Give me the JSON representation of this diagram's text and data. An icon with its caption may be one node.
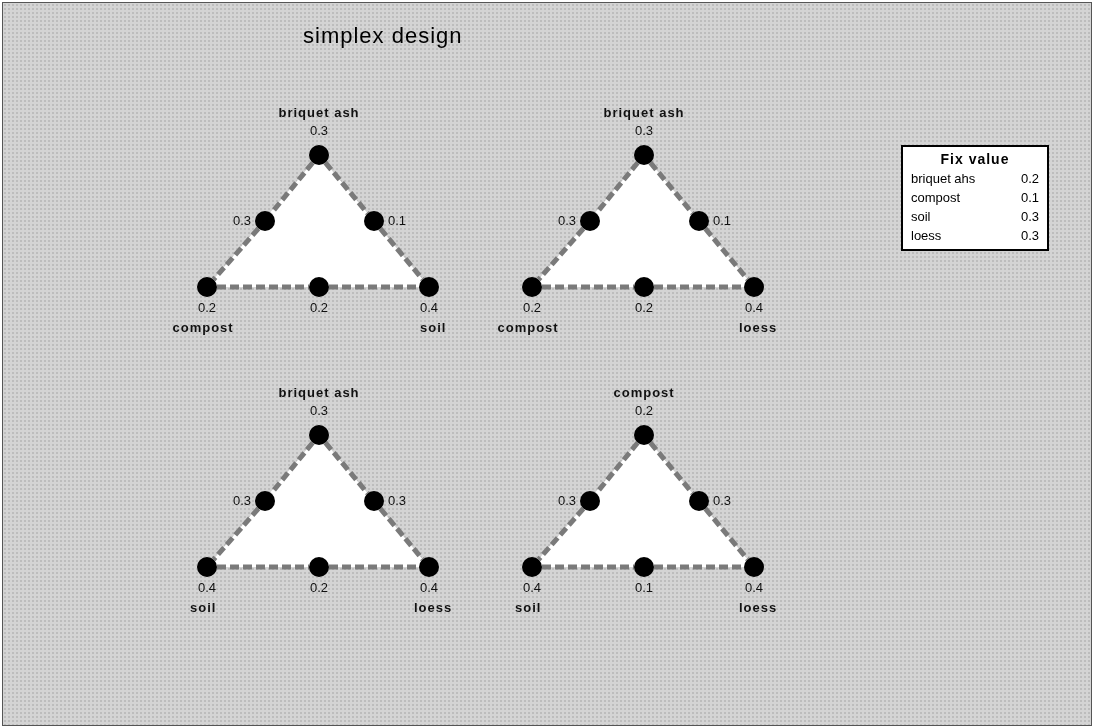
{
  "diagram": {
    "title": "simplex design",
    "nodes": [
      {
        "text": [],
        "shape": "circle",
        "beside": [
          "briquet ash",
          "0.3"
        ]
      },
      {
        "text": [],
        "shape": "circle",
        "beside": [
          "0.3"
        ]
      },
      {
        "text": [],
        "shape": "circle",
        "beside": [
          "0.1"
        ]
      },
      {
        "text": [],
        "shape": "circle",
        "beside": [
          "0.2",
          "compost"
        ]
      },
      {
        "text": [],
        "shape": "circle",
        "beside": [
          "0.2"
        ]
      },
      {
        "text": [],
        "shape": "circle",
        "beside": [
          "0.4",
          "soil"
        ]
      },
      {
        "text": [],
        "shape": "circle",
        "beside": [
          "briquet ash",
          "0.3"
        ]
      },
      {
        "text": [],
        "shape": "circle",
        "beside": [
          "0.3"
        ]
      },
      {
        "text": [],
        "shape": "circle",
        "beside": [
          "0.1"
        ]
      },
      {
        "text": [],
        "shape": "circle",
        "beside": [
          "0.2",
          "compost"
        ]
      },
      {
        "text": [],
        "shape": "circle",
        "beside": [
          "0.2"
        ]
      },
      {
        "text": [],
        "shape": "circle",
        "beside": [
          "0.4",
          "loess"
        ]
      },
      {
        "text": [],
        "shape": "circle",
        "beside": [
          "briquet ash",
          "0.3"
        ]
      },
      {
        "text": [],
        "shape": "circle",
        "beside": [
          "0.3"
        ]
      },
      {
        "text": [],
        "shape": "circle",
        "beside": [
          "0.3"
        ]
      },
      {
        "text": [],
        "shape": "circle",
        "beside": [
          "0.4",
          "soil"
        ]
      },
      {
        "text": [],
        "shape": "circle",
        "beside": [
          "0.2"
        ]
      },
      {
        "text": [],
        "shape": "circle",
        "beside": [
          "0.4",
          "loess"
        ]
      },
      {
        "text": [],
        "shape": "circle",
        "beside": [
          "compost",
          "0.2"
        ]
      },
      {
        "text": [],
        "shape": "circle",
        "beside": [
          "0.3"
        ]
      },
      {
        "text": [],
        "shape": "circle",
        "beside": [
          "0.3"
        ]
      },
      {
        "text": [],
        "shape": "circle",
        "beside": [
          "0.4",
          "soil"
        ]
      },
      {
        "text": [],
        "shape": "circle",
        "beside": [
          "0.1"
        ]
      },
      {
        "text": [],
        "shape": "circle",
        "beside": [
          "0.4",
          "loess"
        ]
      }
    ],
    "edges": [
      {
        "from": 0,
        "to": 1,
        "arrow": "none",
        "style": "dashed"
      },
      {
        "from": 1,
        "to": 3,
        "arrow": "none",
        "style": "dashed"
      },
      {
        "from": 0,
        "to": 2,
        "arrow": "none",
        "style": "dashed"
      },
      {
        "from": 2,
        "to": 5,
        "arrow": "none",
        "style": "dashed"
      },
      {
        "from": 3,
        "to": 4,
        "arrow": "none",
        "style": "dashed"
      },
      {
        "from": 4,
        "to": 5,
        "arrow": "none",
        "style": "dashed"
      },
      {
        "from": 6,
        "to": 7,
        "arrow": "none",
        "style": "dashed"
      },
      {
        "from": 7,
        "to": 9,
        "arrow": "none",
        "style": "dashed"
      },
      {
        "from": 6,
        "to": 8,
        "arrow": "none",
        "style": "dashed"
      },
      {
        "from": 8,
        "to": 11,
        "arrow": "none",
        "style": "dashed"
      },
      {
        "from": 9,
        "to": 10,
        "arrow": "none",
        "style": "dashed"
      },
      {
        "from": 10,
        "to": 11,
        "arrow": "none",
        "style": "dashed"
      },
      {
        "from": 12,
        "to": 13,
        "arrow": "none",
        "style": "dashed"
      },
      {
        "from": 13,
        "to": 15,
        "arrow": "none",
        "style": "dashed"
      },
      {
        "from": 12,
        "to": 14,
        "arrow": "none",
        "style": "dashed"
      },
      {
        "from": 14,
        "to": 17,
        "arrow": "none",
        "style": "dashed"
      },
      {
        "from": 15,
        "to": 16,
        "arrow": "none",
        "style": "dashed"
      },
      {
        "from": 16,
        "to": 17,
        "arrow": "none",
        "style": "dashed"
      },
      {
        "from": 18,
        "to": 19,
        "arrow": "none",
        "style": "dashed"
      },
      {
        "from": 19,
        "to": 21,
        "arrow": "none",
        "style": "dashed"
      },
      {
        "from": 18,
        "to": 20,
        "arrow": "none",
        "style": "dashed"
      },
      {
        "from": 20,
        "to": 23,
        "arrow": "none",
        "style": "dashed"
      },
      {
        "from": 21,
        "to": 22,
        "arrow": "none",
        "style": "dashed"
      },
      {
        "from": 22,
        "to": 23,
        "arrow": "none",
        "style": "dashed"
      }
    ],
    "labels": [
      "Fix value",
      "briquet ahs",
      "0.2",
      "compost",
      "0.1",
      "soil",
      "0.3",
      "loess",
      "0.3"
    ]
  }
}
